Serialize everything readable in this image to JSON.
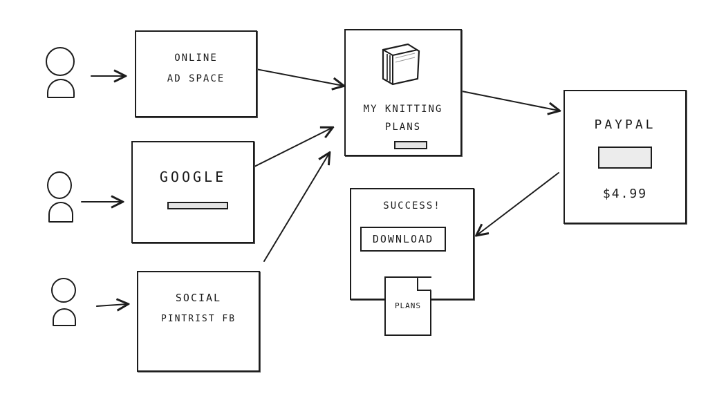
{
  "nodes": {
    "online_ad": {
      "line1": "ONLINE",
      "line2": "AD SPACE"
    },
    "google": {
      "label": "GOOGLE"
    },
    "social": {
      "line1": "SOCIAL",
      "line2": "PINTRIST  FB"
    },
    "knitting": {
      "line1": "MY KNITTING",
      "line2": "PLANS"
    },
    "paypal": {
      "label": "PAYPAL",
      "price": "$4.99"
    },
    "success": {
      "label": "SUCCESS!",
      "button": "DOWNLOAD"
    },
    "plans_doc": {
      "label": "PLANS"
    }
  },
  "icons": {
    "person": "person-icon",
    "book": "book-icon",
    "document": "document-icon"
  },
  "colors": {
    "ink": "#1c1c1c",
    "paper": "#ffffff",
    "fill": "#e4e4e4"
  }
}
